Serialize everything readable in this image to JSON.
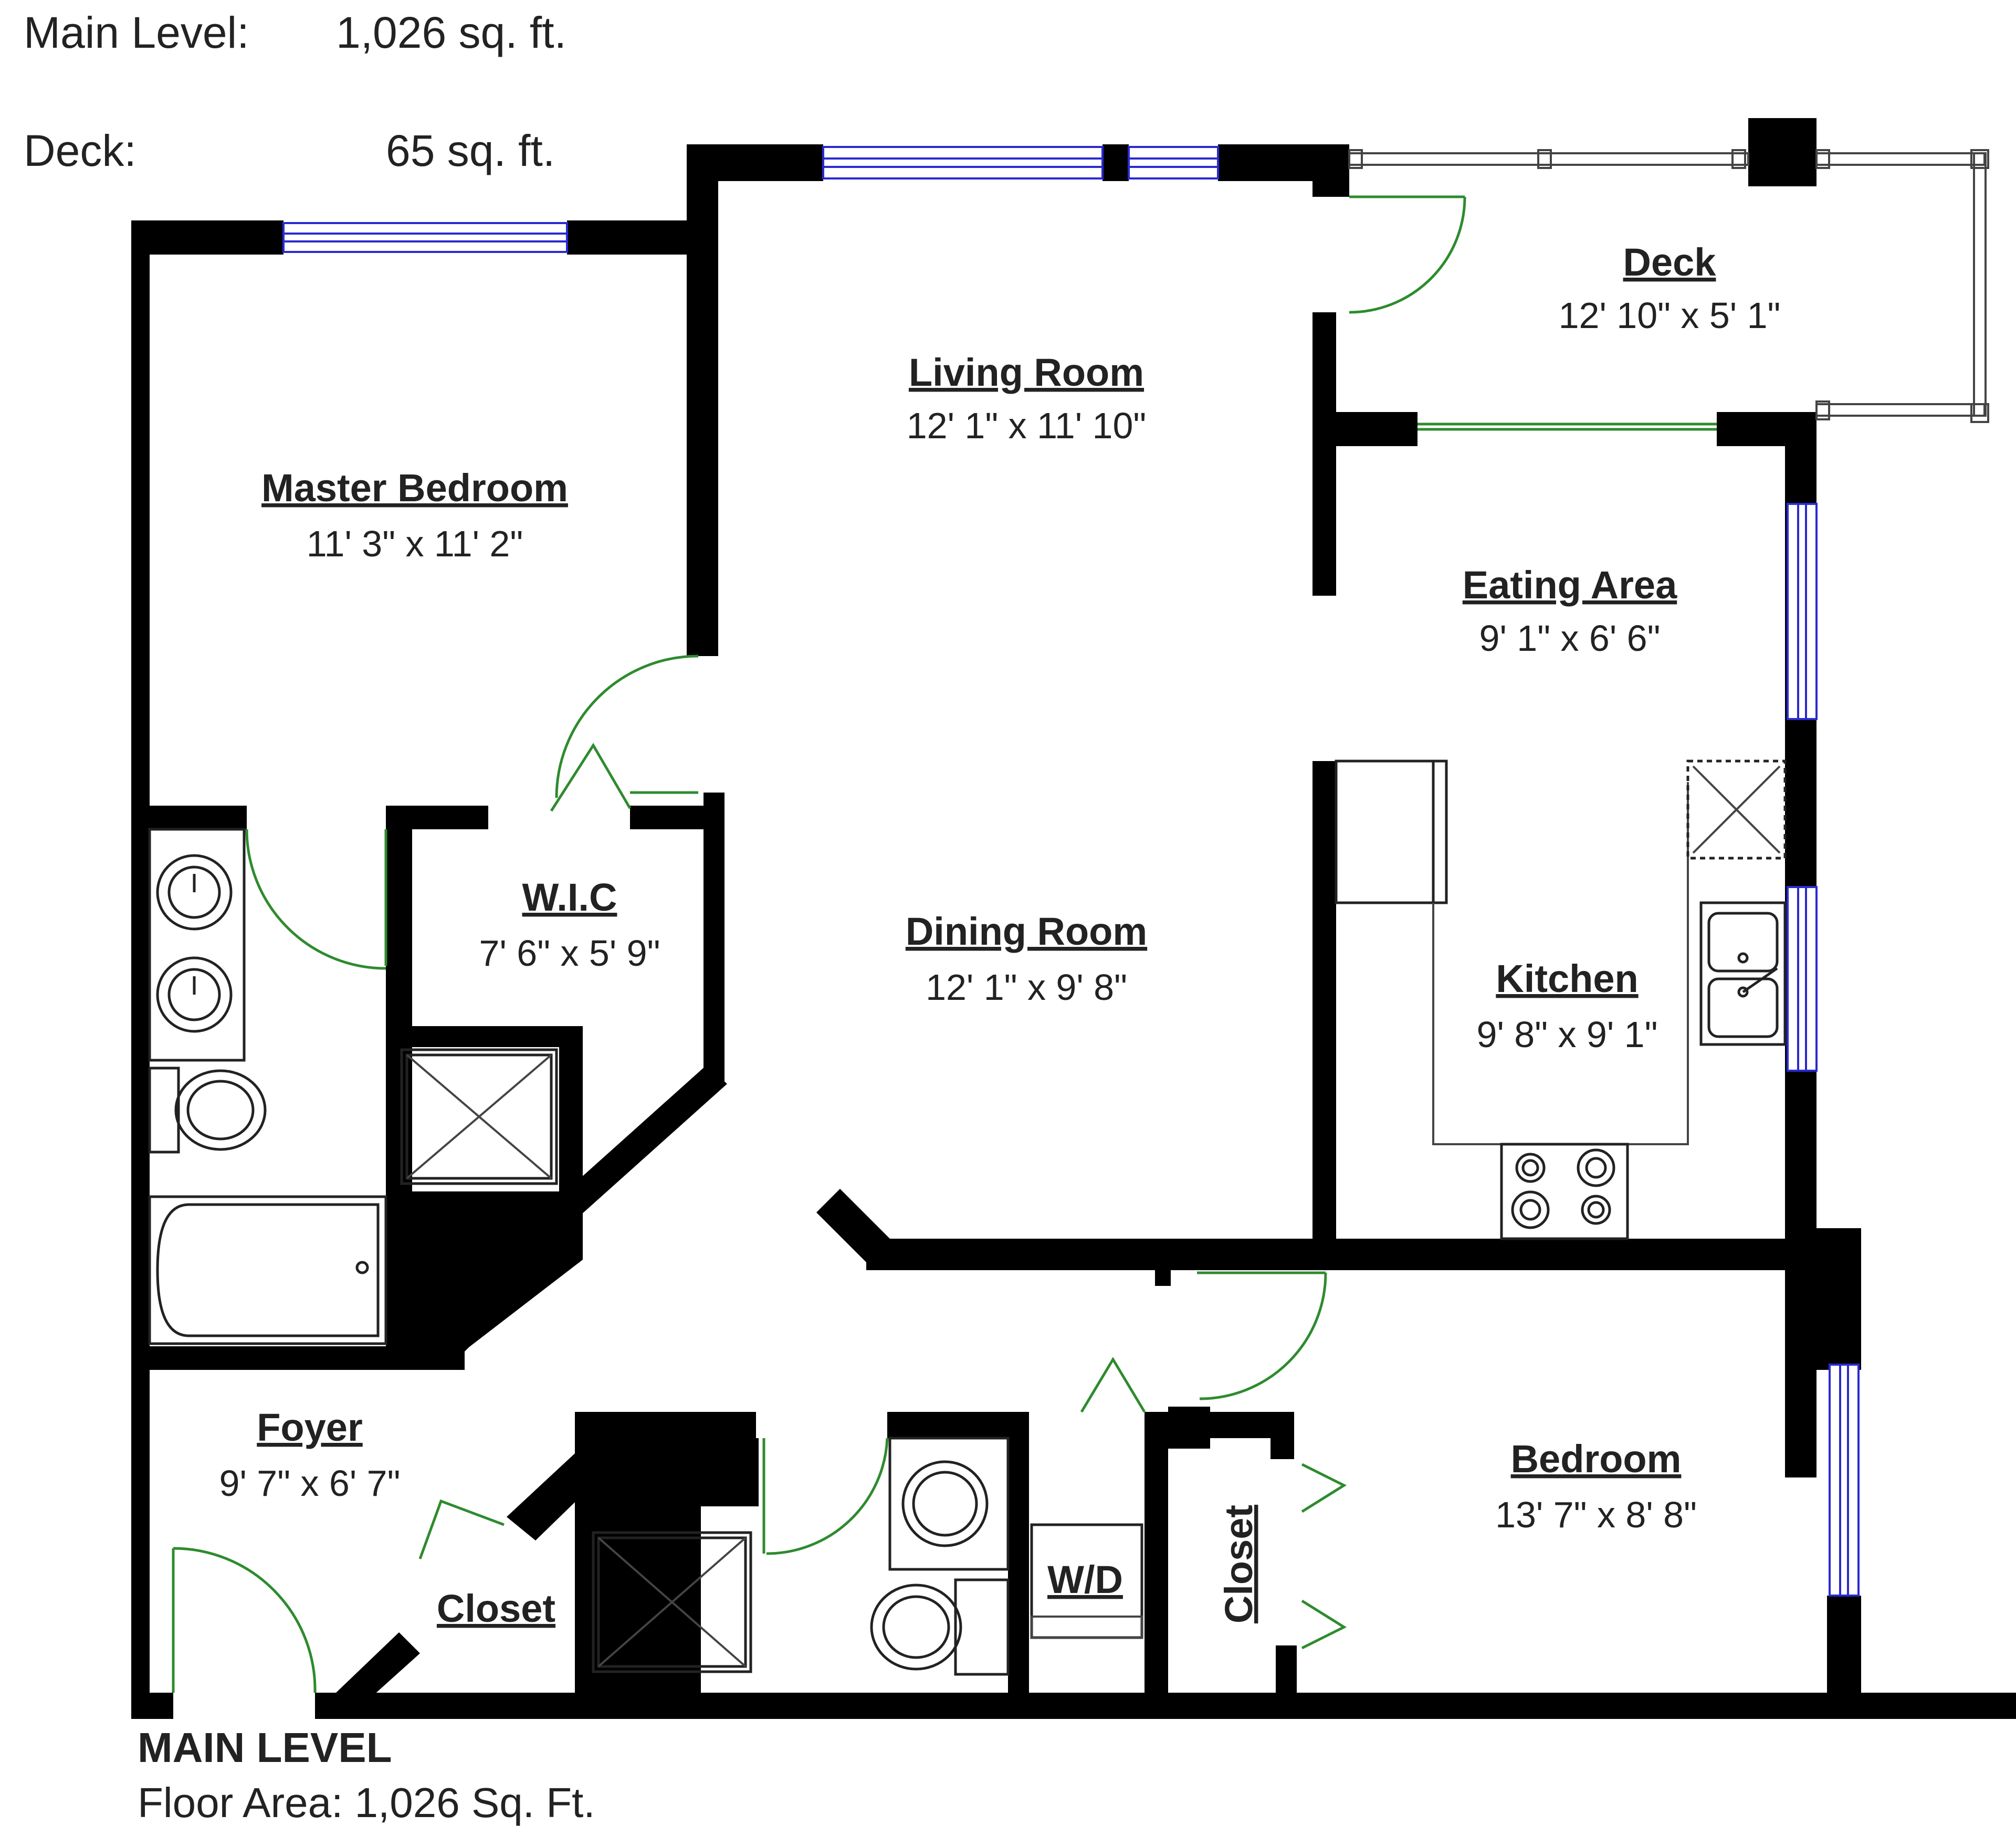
{
  "header": {
    "main_level_label": "Main Level:",
    "main_level_value": "1,026 sq. ft.",
    "deck_label": "Deck:",
    "deck_value": "65 sq. ft."
  },
  "rooms": {
    "master_bedroom": {
      "name": "Master Bedroom",
      "dims": "11' 3\" x 11' 2\""
    },
    "living_room": {
      "name": "Living Room",
      "dims": "12' 1\" x 11' 10\""
    },
    "deck": {
      "name": "Deck",
      "dims": "12' 10\" x 5' 1\""
    },
    "eating_area": {
      "name": "Eating Area",
      "dims": "9' 1\" x 6' 6\""
    },
    "wic": {
      "name": "W.I.C",
      "dims": "7' 6\" x 5' 9\""
    },
    "dining_room": {
      "name": "Dining Room",
      "dims": "12' 1\" x 9' 8\""
    },
    "kitchen": {
      "name": "Kitchen",
      "dims": "9' 8\" x 9' 1\""
    },
    "foyer": {
      "name": "Foyer",
      "dims": "9' 7\" x 6' 7\""
    },
    "bedroom": {
      "name": "Bedroom",
      "dims": "13' 7\" x 8' 8\""
    },
    "foyer_closet": {
      "name": "Closet"
    },
    "bedroom_closet": {
      "name": "Closet"
    },
    "laundry": {
      "name": "W/D"
    }
  },
  "footer": {
    "title": "MAIN LEVEL",
    "floor_area": "Floor Area: 1,026 Sq. Ft."
  },
  "colors": {
    "walls": "#000000",
    "windows": "#2a2ad0",
    "doors": "#2e8b2e"
  }
}
